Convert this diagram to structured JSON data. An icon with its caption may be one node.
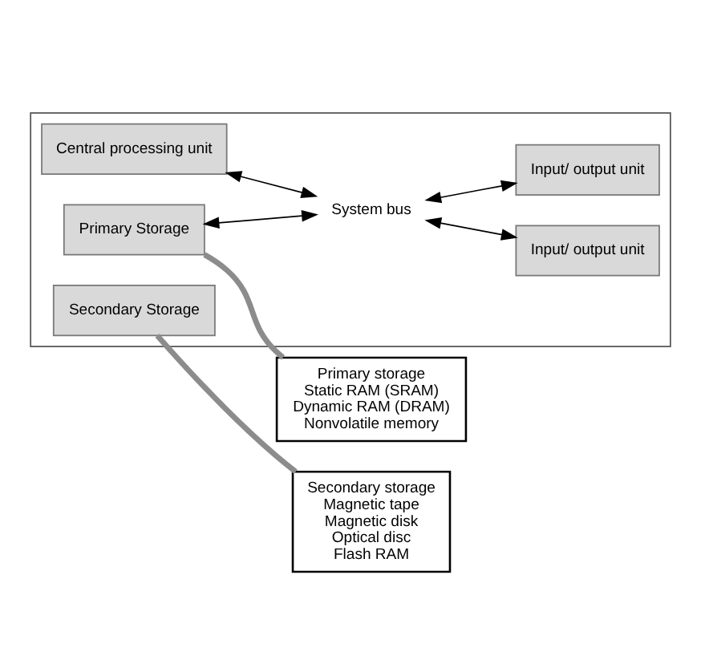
{
  "diagram": {
    "nodes": [
      {
        "text": [
          "Secondary storage",
          "Magnetic tape",
          "Magnetic disk",
          "Optical disc",
          "Flash RAM"
        ]
      },
      {
        "text": [
          "Primary storage",
          "Static RAM (SRAM)",
          "Dynamic RAM (DRAM)",
          "Nonvolatile memory"
        ]
      },
      {
        "text": [],
        "shape": "box"
      },
      {
        "text": [
          "Primary Storage"
        ],
        "in": 2
      },
      {
        "text": [
          "Secondary Storage"
        ],
        "in": 2
      },
      {
        "text": [
          "System bus"
        ],
        "in": 2
      },
      {
        "text": [
          "Input/ output unit"
        ],
        "in": 2
      },
      {
        "text": [
          "Central processing unit"
        ],
        "in": 2
      },
      {
        "text": [
          "Input/ output unit"
        ],
        "in": 2
      }
    ],
    "edges": [
      {
        "from": 4,
        "to": 0,
        "arrow": "none",
        "style": "thick",
        "color": "#8c8c8c"
      },
      {
        "from": 3,
        "to": 1,
        "arrow": "none",
        "style": "thick",
        "color": "#8c8c8c"
      },
      {
        "from": 3,
        "to": 5,
        "arrow": "both"
      },
      {
        "from": 5,
        "to": 6,
        "arrow": "both"
      },
      {
        "from": 7,
        "to": 5,
        "arrow": "both"
      },
      {
        "from": 5,
        "to": 8,
        "arrow": "both"
      }
    ]
  }
}
